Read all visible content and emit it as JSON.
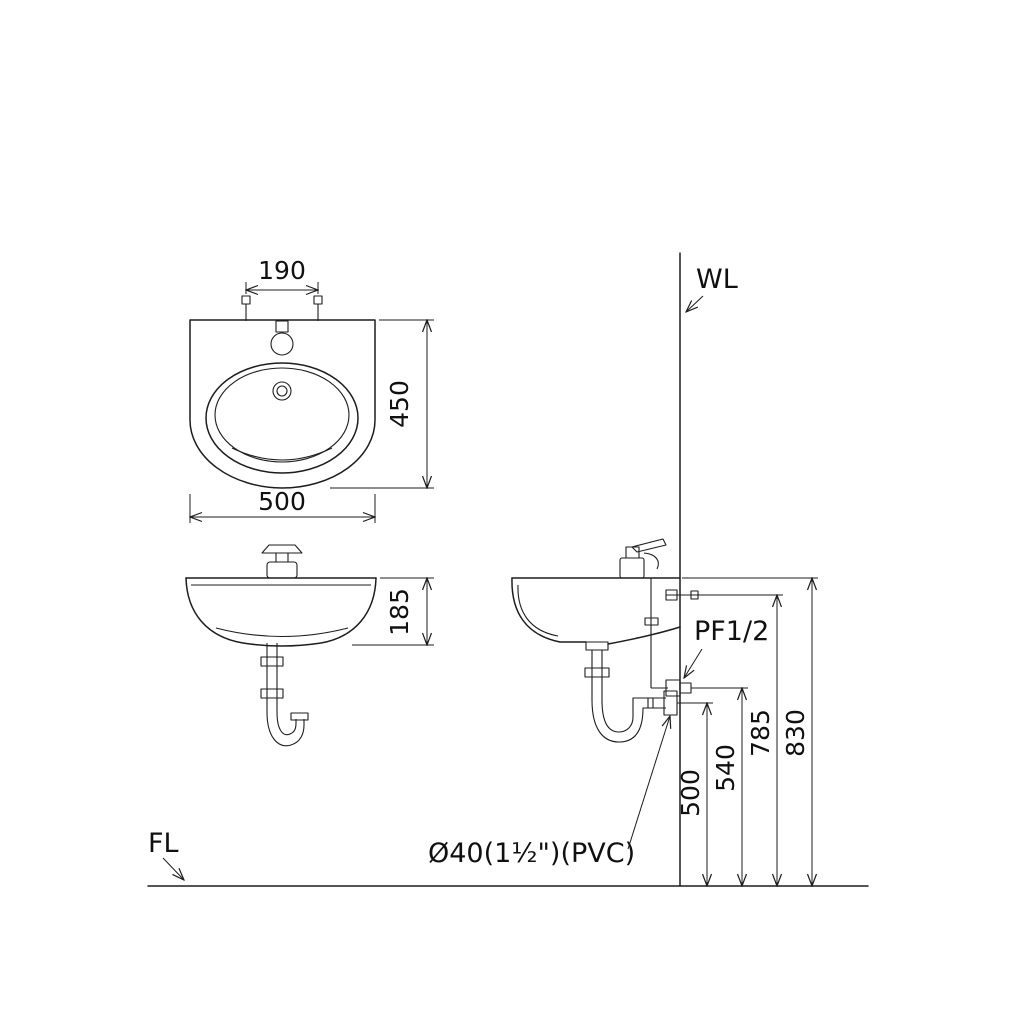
{
  "plan_view": {
    "faucet_spacing": "190",
    "depth": "450",
    "width": "500"
  },
  "front_view": {
    "basin_height": "185"
  },
  "side_view": {
    "wall_line_label": "WL",
    "floor_line_label": "FL",
    "supply_fitting_label": "PF1/2",
    "drain_pipe_label": "Ø40(1½\")(PVC)",
    "drain_height": "500",
    "supply_valve_height": "540",
    "supply_stub_height": "785",
    "rim_height": "830"
  }
}
